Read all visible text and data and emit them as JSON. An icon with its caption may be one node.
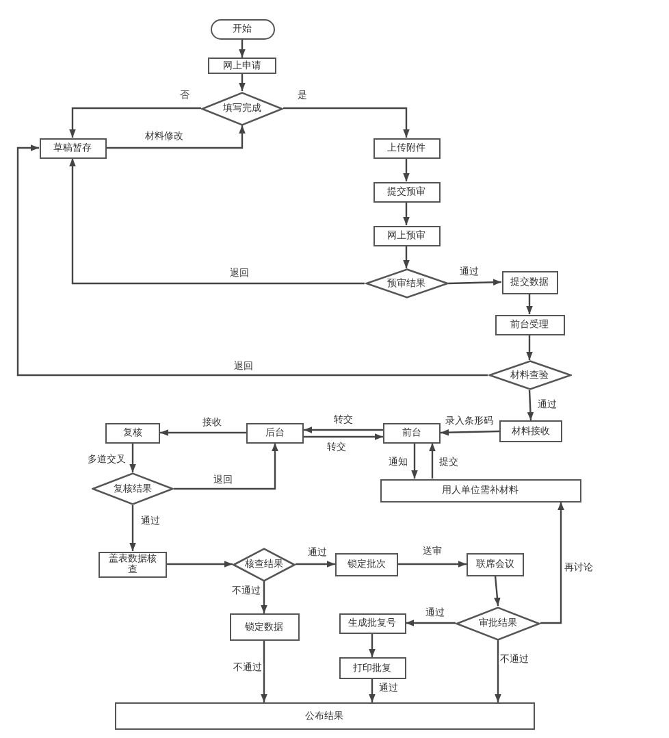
{
  "diagram": {
    "nodes": [
      {
        "text": [
          "开始"
        ]
      },
      {
        "text": [
          "网上申请"
        ]
      },
      {
        "text": [
          "填写完成"
        ]
      },
      {
        "text": [
          "草稿暂存"
        ]
      },
      {
        "text": [
          "上传附件"
        ]
      },
      {
        "text": [
          "提交预审"
        ]
      },
      {
        "text": [
          "网上预审"
        ]
      },
      {
        "text": [
          "预审结果"
        ]
      },
      {
        "text": [
          "提交数据"
        ]
      },
      {
        "text": [
          "前台受理"
        ]
      },
      {
        "text": [
          "材料查验"
        ]
      },
      {
        "text": [
          "材料接收"
        ]
      },
      {
        "text": [
          "前台"
        ]
      },
      {
        "text": [
          "后台"
        ]
      },
      {
        "text": [
          "复核"
        ]
      },
      {
        "text": [
          "复核结果"
        ]
      },
      {
        "text": [
          "用人单位需补材料"
        ]
      },
      {
        "text": [
          "盖表数据核查"
        ]
      },
      {
        "text": [
          "核查结果"
        ]
      },
      {
        "text": [
          "锁定批次"
        ]
      },
      {
        "text": [
          "联席会议"
        ]
      },
      {
        "text": [
          "锁定数据"
        ]
      },
      {
        "text": [
          "审批结果"
        ]
      },
      {
        "text": [
          "生成批复号"
        ]
      },
      {
        "text": [
          "打印批复"
        ]
      },
      {
        "text": [
          "公布结果"
        ]
      }
    ],
    "edges": [
      {
        "from": 0,
        "to": 1,
        "arrow": "to"
      },
      {
        "from": 1,
        "to": 2,
        "arrow": "to"
      },
      {
        "from": 2,
        "to": 3,
        "arrow": "to",
        "label": "否"
      },
      {
        "from": 2,
        "to": 4,
        "arrow": "to",
        "label": "是"
      },
      {
        "from": 3,
        "to": 2,
        "arrow": "to",
        "label": "材料修改"
      },
      {
        "from": 4,
        "to": 5,
        "arrow": "to"
      },
      {
        "from": 5,
        "to": 6,
        "arrow": "to"
      },
      {
        "from": 6,
        "to": 7,
        "arrow": "to"
      },
      {
        "from": 7,
        "to": 3,
        "arrow": "to",
        "label": "退回"
      },
      {
        "from": 7,
        "to": 8,
        "arrow": "to",
        "label": "通过"
      },
      {
        "from": 8,
        "to": 9,
        "arrow": "to"
      },
      {
        "from": 9,
        "to": 10,
        "arrow": "to"
      },
      {
        "from": 10,
        "to": 3,
        "arrow": "to",
        "label": "退回"
      },
      {
        "from": 10,
        "to": 11,
        "arrow": "to",
        "label": "通过"
      },
      {
        "from": 11,
        "to": 12,
        "arrow": "to",
        "label": "录入条形码"
      },
      {
        "from": 12,
        "to": 13,
        "arrow": "to",
        "label": "转交"
      },
      {
        "from": 13,
        "to": 12,
        "arrow": "to",
        "label": "转交"
      },
      {
        "from": 13,
        "to": 14,
        "arrow": "to",
        "label": "接收"
      },
      {
        "from": 14,
        "to": 15,
        "arrow": "to",
        "label": "多道交叉"
      },
      {
        "from": 15,
        "to": 13,
        "arrow": "to",
        "label": "退回"
      },
      {
        "from": 15,
        "to": 17,
        "arrow": "to",
        "label": "通过"
      },
      {
        "from": 12,
        "to": 16,
        "arrow": "to",
        "label": "通知"
      },
      {
        "from": 16,
        "to": 12,
        "arrow": "to",
        "label": "提交"
      },
      {
        "from": 17,
        "to": 18,
        "arrow": "to"
      },
      {
        "from": 18,
        "to": 19,
        "arrow": "to",
        "label": "通过"
      },
      {
        "from": 18,
        "to": 21,
        "arrow": "to",
        "label": "不通过"
      },
      {
        "from": 19,
        "to": 20,
        "arrow": "to",
        "label": "送审"
      },
      {
        "from": 20,
        "to": 22,
        "arrow": "to"
      },
      {
        "from": 22,
        "to": 23,
        "arrow": "to",
        "label": "通过"
      },
      {
        "from": 22,
        "to": 16,
        "arrow": "to",
        "label": "再讨论"
      },
      {
        "from": 22,
        "to": 25,
        "arrow": "to",
        "label": "不通过"
      },
      {
        "from": 23,
        "to": 24,
        "arrow": "to"
      },
      {
        "from": 24,
        "to": 25,
        "arrow": "to",
        "label": "通过"
      },
      {
        "from": 21,
        "to": 25,
        "arrow": "to",
        "label": "不通过"
      }
    ]
  }
}
